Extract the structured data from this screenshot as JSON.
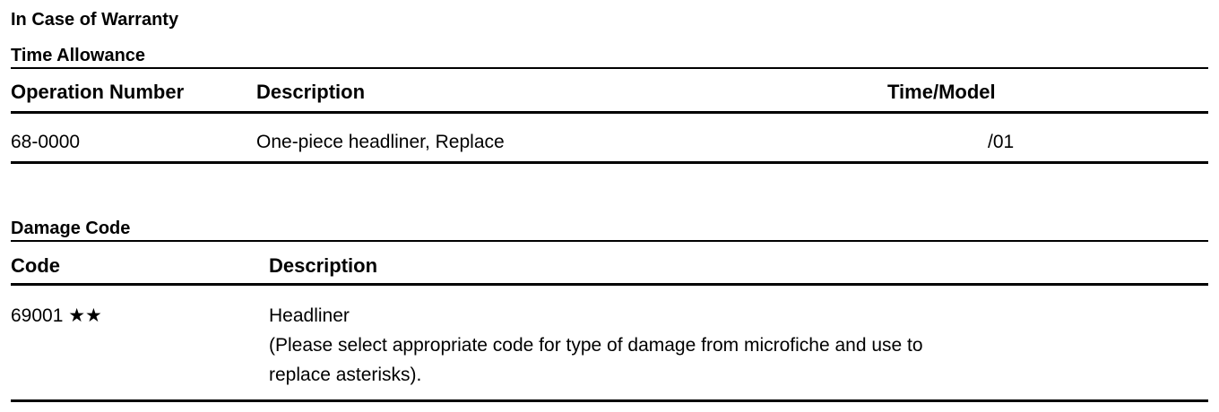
{
  "document": {
    "title": "In Case of Warranty",
    "time_allowance": {
      "heading": "Time Allowance",
      "columns": [
        "Operation Number",
        "Description",
        "Time/Model"
      ],
      "rows": [
        {
          "operation_number": "68-0000",
          "description": "One-piece headliner, Replace",
          "time_model": "/01"
        }
      ]
    },
    "damage_code": {
      "heading": "Damage Code",
      "columns": [
        "Code",
        "Description"
      ],
      "rows": [
        {
          "code": "69001 ★★",
          "description_lines": [
            "Headliner",
            "(Please select appropriate code for type of damage from microfiche and use to",
            "replace asterisks)."
          ]
        }
      ]
    }
  }
}
